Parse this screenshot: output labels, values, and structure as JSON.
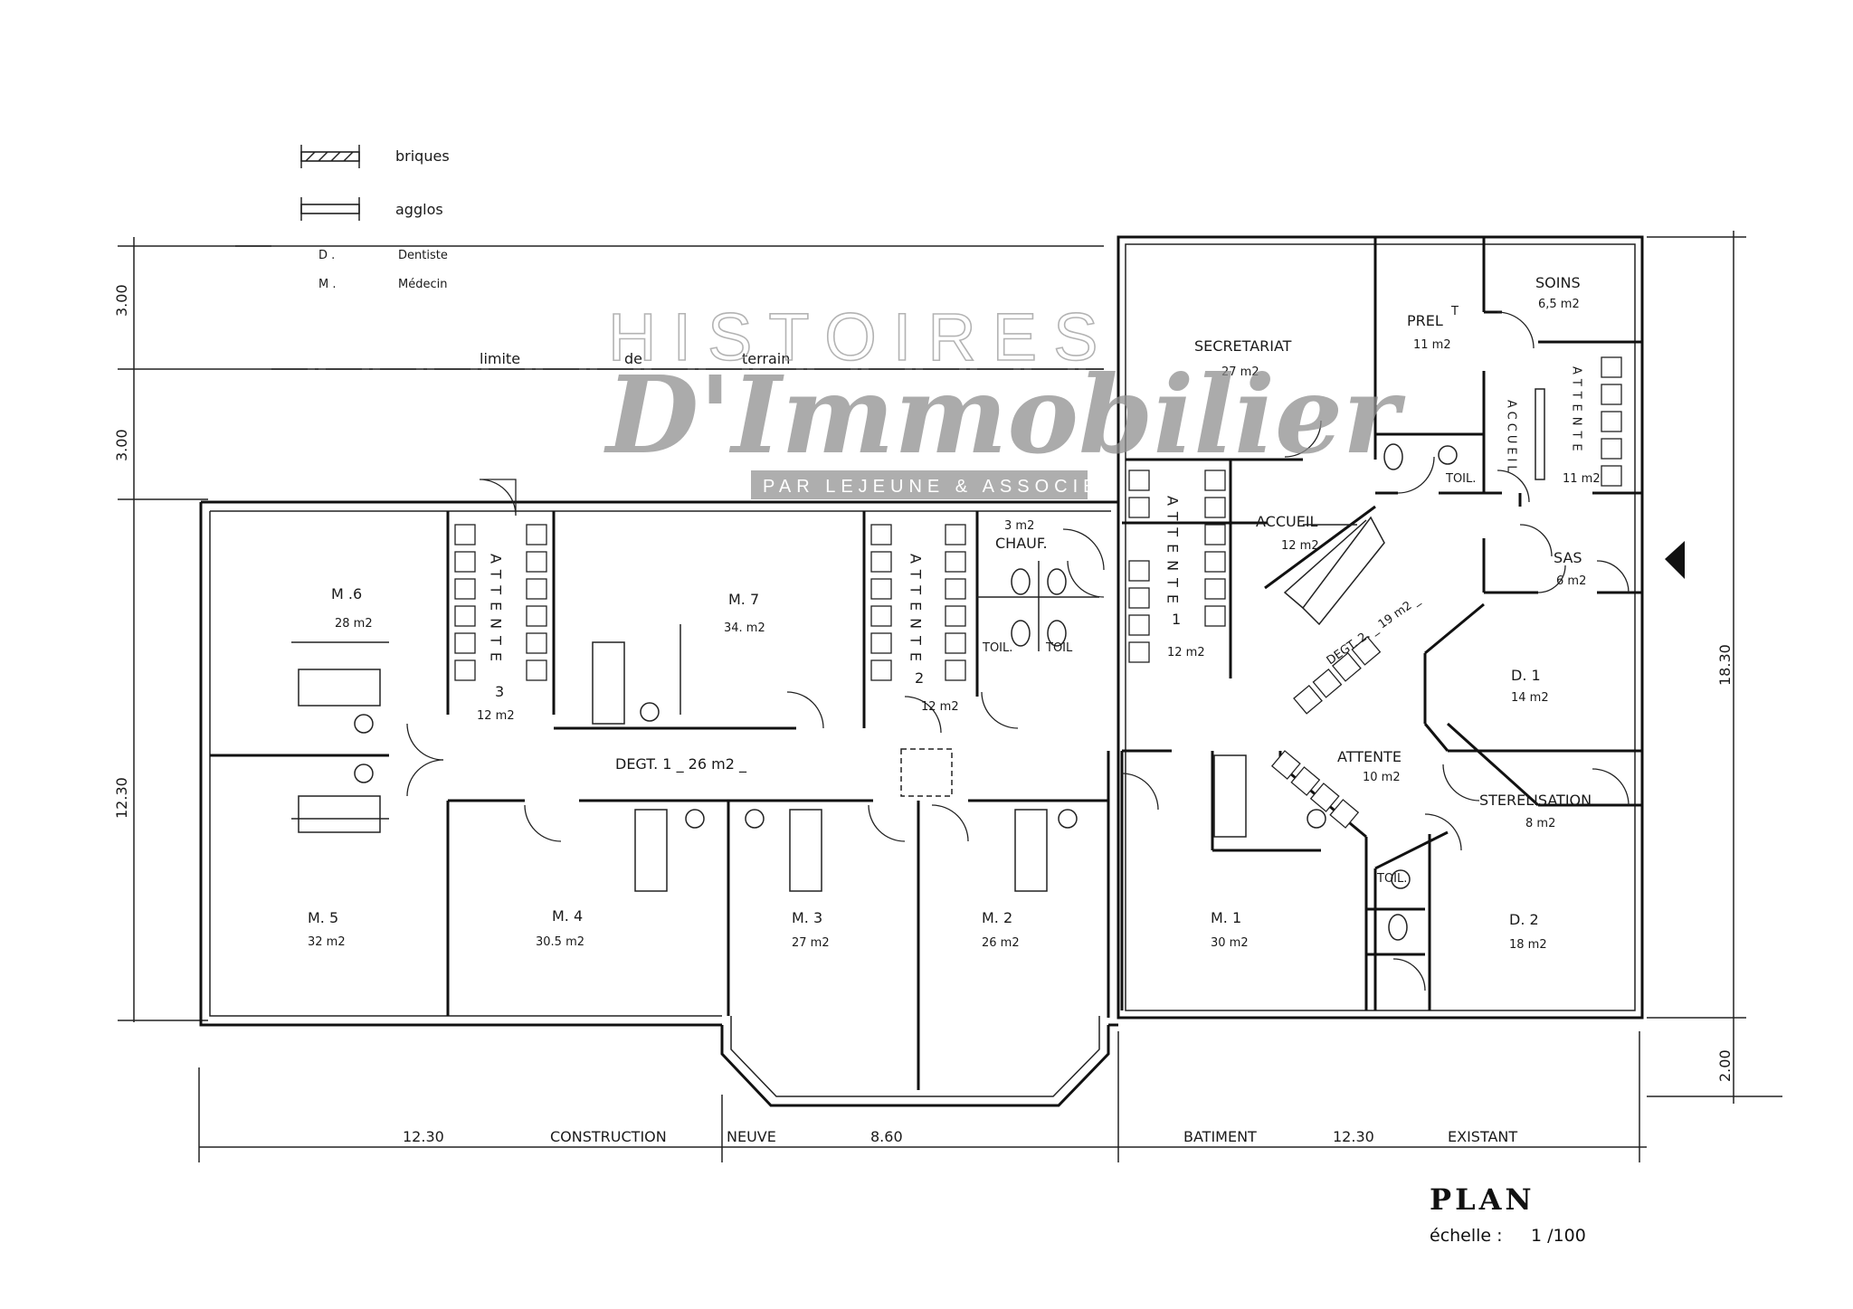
{
  "legend": {
    "briques": "briques",
    "agglos": "agglos",
    "d_key": "D .",
    "d_value": "Dentiste",
    "m_key": "M .",
    "m_value": "Médecin"
  },
  "site": {
    "limite": "limite",
    "de": "de",
    "terrain": "terrain"
  },
  "watermark": {
    "line1": "HISTOIRES",
    "line2": "D'Immobilier",
    "line3": "PAR LEJEUNE & ASSOCIÉE"
  },
  "rooms": {
    "m6_name": "M .6",
    "m6_area": "28 m2",
    "m7_name": "M. 7",
    "m7_area": "34. m2",
    "m5_name": "M. 5",
    "m5_area": "32 m2",
    "m4_name": "M. 4",
    "m4_area": "30.5 m2",
    "m3_name": "M. 3",
    "m3_area": "27 m2",
    "m2_name": "M. 2",
    "m2_area": "26 m2",
    "m1_name": "M. 1",
    "m1_area": "30 m2",
    "d1_name": "D. 1",
    "d1_area": "14 m2",
    "d2_name": "D. 2",
    "d2_area": "18 m2",
    "secretariat_name": "SECRETARIAT",
    "secretariat_area": "27 m2",
    "prelt_name": "PREL",
    "prelt_sup": "T",
    "prelt_area": "11 m2",
    "soins_name": "SOINS",
    "soins_area": "6,5 m2",
    "accueil_name": "ACCUEIL",
    "accueil_area": "12 m2",
    "accueil_vertical": "ACCUEIL",
    "attente_right_vertical": "ATTENTE",
    "attente_right_area": "11 m2",
    "toil": "TOIL.",
    "toil_b": "TOIL",
    "sas_name": "SAS",
    "sas_area": "6 m2",
    "chauf_area": "3 m2",
    "chauf_name": "CHAUF.",
    "attente3_vertical": "ATTENTE",
    "attente3_num": "3",
    "attente3_area": "12 m2",
    "attente2_vertical": "ATTENTE",
    "attente2_num": "2",
    "attente2_area": "12 m2",
    "attente1_vertical": "ATTENTE",
    "attente1_num": "1",
    "attente1_area": "12 m2",
    "degt1": "DEGT. 1 _ 26 m2 _",
    "degt2": "DEGT. 2. _ 19 m2 _",
    "attente_center_name": "ATTENTE",
    "attente_center_area": "10 m2",
    "sterelisation_name": "STERELISATION",
    "sterelisation_area": "8 m2"
  },
  "dimensions": {
    "left_top": "3.00",
    "left_mid": "3.00",
    "left_bottom": "12.30",
    "right_main": "18.30",
    "right_bottom": "2.00",
    "bottom_left": "12.30",
    "construction": "CONSTRUCTION",
    "neuve": "NEUVE",
    "bottom_mid": "8.60",
    "batiment": "BATIMENT",
    "bottom_right": "12.30",
    "existant": "EXISTANT"
  },
  "title_block": {
    "title": "PLAN",
    "scale_label": "échelle :",
    "scale_value": "1 /100"
  }
}
